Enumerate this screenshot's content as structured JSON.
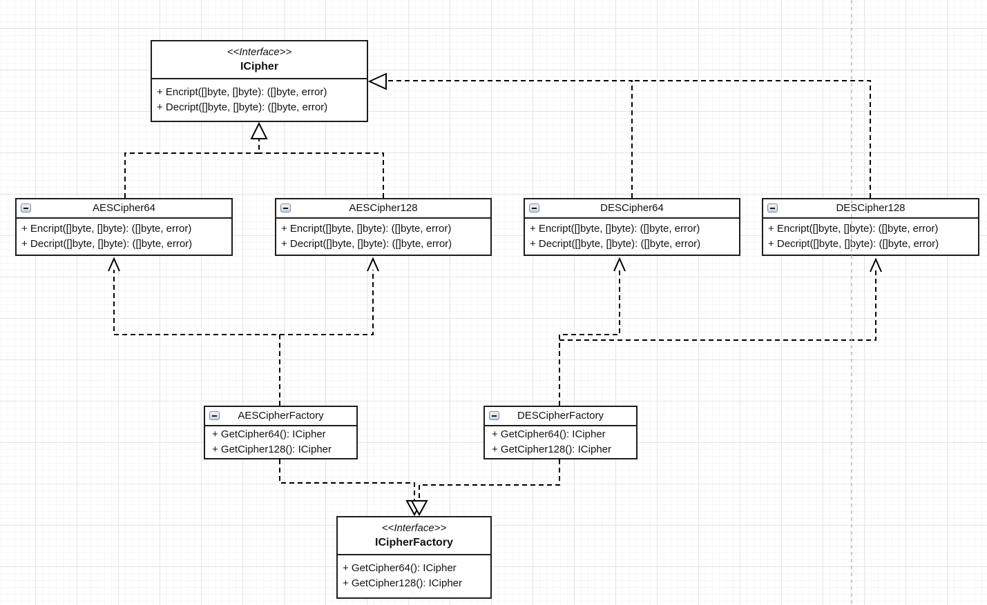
{
  "diagram_type": "uml-class-diagram",
  "colors": {
    "box_border": "#1c1c1c",
    "box_fill": "#ffffff",
    "edge": "#000000",
    "page_break": "#b8b8b8",
    "grid_major": "#e4e4e4",
    "grid_minor": "#f6f6f6"
  },
  "classes": {
    "icipher": {
      "stereotype": "<<Interface>>",
      "name": "ICipher",
      "methods": [
        "+ Encript([]byte, []byte): ([]byte, error)",
        "+ Decript([]byte, []byte): ([]byte, error)"
      ]
    },
    "aescipher64": {
      "name": "AESCipher64",
      "methods": [
        "+ Encript([]byte, []byte): ([]byte, error)",
        "+ Decript([]byte, []byte): ([]byte, error)"
      ]
    },
    "aescipher128": {
      "name": "AESCipher128",
      "methods": [
        "+ Encript([]byte, []byte): ([]byte, error)",
        "+ Decript([]byte, []byte): ([]byte, error)"
      ]
    },
    "descipher64": {
      "name": "DESCipher64",
      "methods": [
        "+ Encript([]byte, []byte): ([]byte, error)",
        "+ Decript([]byte, []byte): ([]byte, error)"
      ]
    },
    "descipher128": {
      "name": "DESCipher128",
      "methods": [
        "+ Encript([]byte, []byte): ([]byte, error)",
        "+ Decript([]byte, []byte): ([]byte, error)"
      ]
    },
    "aescipherfactory": {
      "name": "AESCipherFactory",
      "methods": [
        "+ GetCipher64(): ICipher",
        "+ GetCipher128(): ICipher"
      ]
    },
    "descipherfactory": {
      "name": "DESCipherFactory",
      "methods": [
        "+ GetCipher64(): ICipher",
        "+ GetCipher128(): ICipher"
      ]
    },
    "icipherfactory": {
      "stereotype": "<<Interface>>",
      "name": "ICipherFactory",
      "methods": [
        "+ GetCipher64(): ICipher",
        "+ GetCipher128(): ICipher"
      ]
    }
  },
  "relationships": [
    {
      "from": "AESCipher64",
      "to": "ICipher",
      "type": "realization"
    },
    {
      "from": "AESCipher128",
      "to": "ICipher",
      "type": "realization"
    },
    {
      "from": "DESCipher64",
      "to": "ICipher",
      "type": "realization"
    },
    {
      "from": "DESCipher128",
      "to": "ICipher",
      "type": "realization"
    },
    {
      "from": "AESCipherFactory",
      "to": "AESCipher64",
      "type": "dependency"
    },
    {
      "from": "AESCipherFactory",
      "to": "AESCipher128",
      "type": "dependency"
    },
    {
      "from": "DESCipherFactory",
      "to": "DESCipher64",
      "type": "dependency"
    },
    {
      "from": "DESCipherFactory",
      "to": "DESCipher128",
      "type": "dependency"
    },
    {
      "from": "AESCipherFactory",
      "to": "ICipherFactory",
      "type": "realization"
    },
    {
      "from": "DESCipherFactory",
      "to": "ICipherFactory",
      "type": "realization"
    }
  ]
}
